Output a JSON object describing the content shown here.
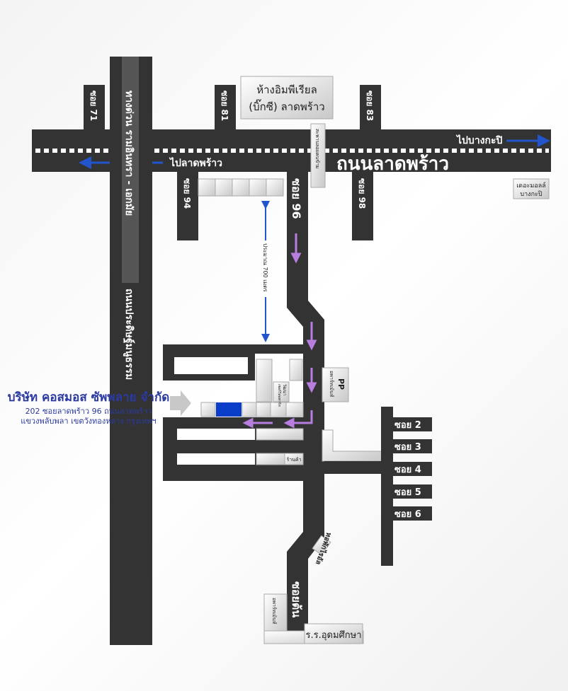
{
  "roads": {
    "main": "ถนนลาดพร้าว",
    "to_ladprao": "ไปลาดพร้าว",
    "to_bangkapi": "ไปบางกะปิ",
    "expressway": "ทางด่วน รามอินทรา - เอกมัย",
    "pradit": "ถนนประดิษฐ์มนูธรรม",
    "soi71": "ซอย 71",
    "soi81": "ซอย 81",
    "soi83": "ซอย 83",
    "soi94": "ซอย 94",
    "soi96": "ซอย 96",
    "soi98": "ซอย 98",
    "soi_ton": "ซอยต้น",
    "side_sois": [
      "ซอย 2",
      "ซอย 3",
      "ซอย 4",
      "ซอย 5",
      "ซอย 6"
    ]
  },
  "landmarks": {
    "mall_line1": "ห้างอิมพีเรียล",
    "mall_line2": "(บิ๊กซี) ลาดพร้าว",
    "footbridge": "สะพานลอยคนข้าม",
    "mall2_line1": "เดอะมอลล์",
    "mall2_line2": "บางกะปิ",
    "distance": "ประมาณ 700 เมตร",
    "pp_line1": "PP",
    "pp_line2": "อพาร์ทเม้นท์",
    "watana_line1": "วัฒนา",
    "watana_line2": "เซอร์วิสอพาร์ท",
    "shop": "ร้านค้า",
    "dorm": "หอพักไรอัล",
    "apartment": "อพาร์ทเม้นท์",
    "school": "ร.ร.อุดมศึกษา"
  },
  "company": {
    "name": "บริษัท คอสมอส ซัพพลาย จำกัด",
    "address1": "202 ซอยลาดพร้าว 96 ถนนลาดพร้าว",
    "address2": "แขวงพลับพลา เขตวังทองหลาง กรุงเทพฯ"
  },
  "colors": {
    "road": "#333333",
    "route": "#b77ee0",
    "direction": "#2255cc",
    "company": "#0a3dc8"
  }
}
